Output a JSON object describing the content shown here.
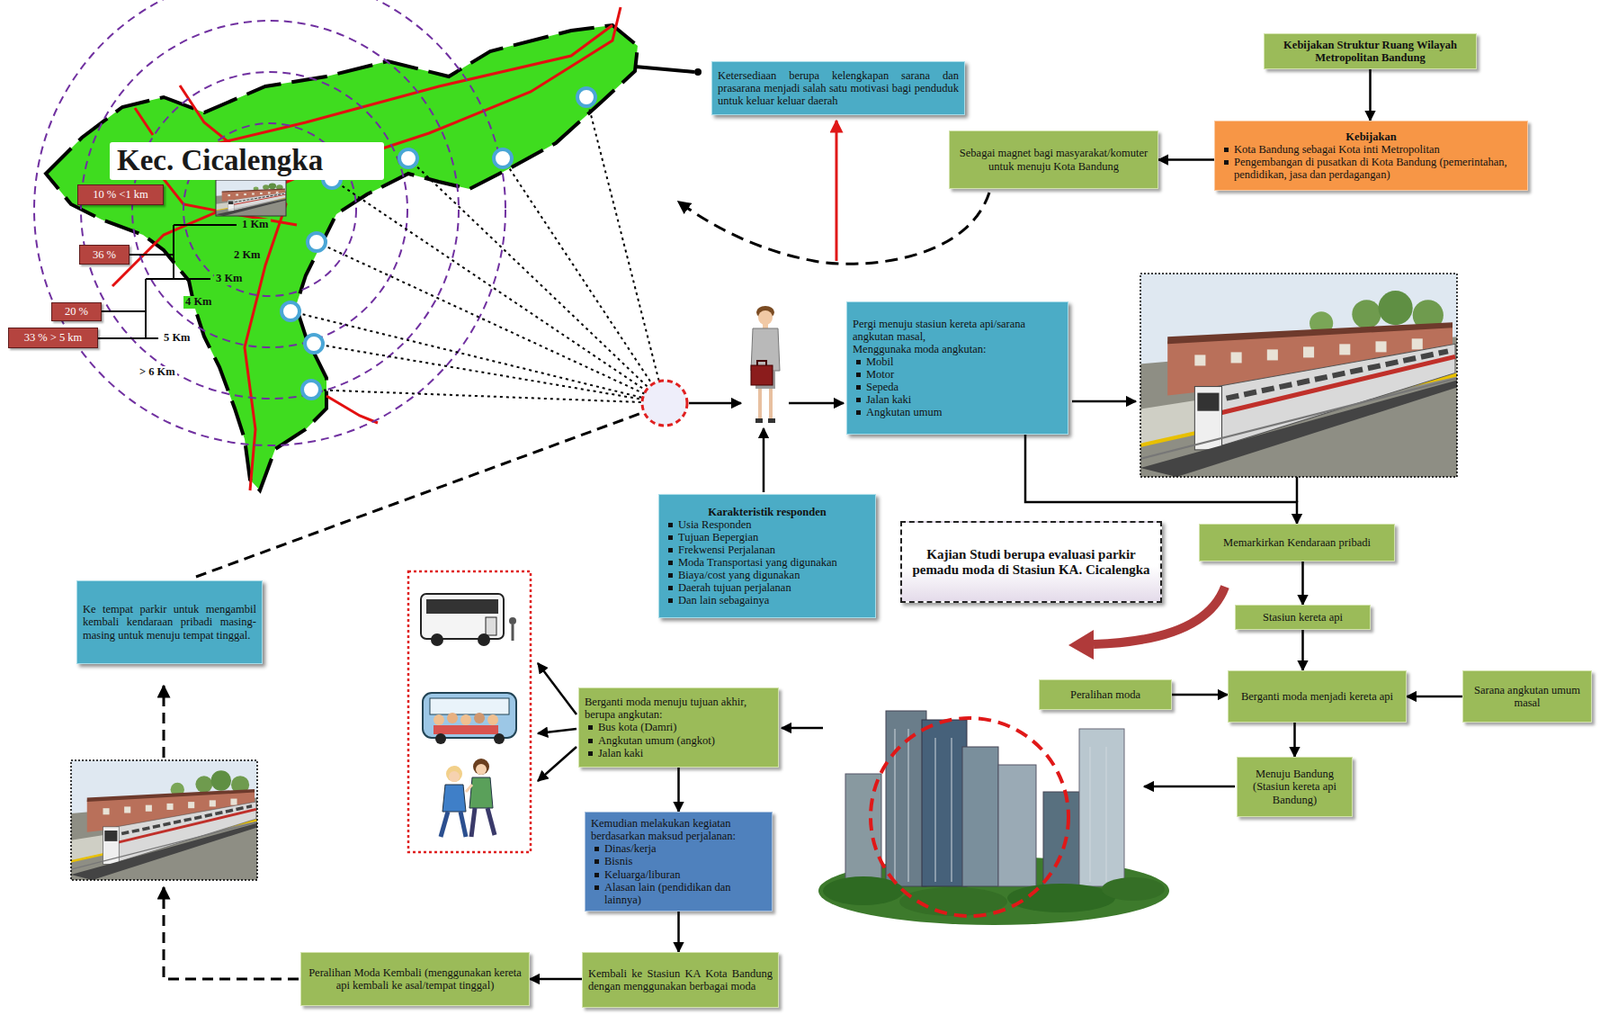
{
  "diagram": {
    "nodes": [
      {
        "text": [
          "Kec. Cicalengka"
        ]
      },
      {
        "text": [
          "10 % <1 km"
        ]
      },
      {
        "text": [
          "36 %"
        ]
      },
      {
        "text": [
          "20 %"
        ]
      },
      {
        "text": [
          "33 % > 5 km"
        ]
      },
      {
        "text": [
          "Ketersediaan berupa kelengkapan sarana dan prasarana menjadi salah satu motivasi bagi penduduk untuk keluar keluar daerah"
        ]
      },
      {
        "text": [
          "Kebijakan Struktur Ruang Wilayah Metropolitan Bandung"
        ]
      },
      {
        "text": [
          "Kebijakan",
          "Kota Bandung sebagai Kota inti Metropolitan",
          "Pengembangan di pusatkan di Kota Bandung (pemerintahan, pendidikan, jasa dan perdagangan)"
        ]
      },
      {
        "text": [
          "Sebagai magnet bagi masyarakat/komuter untuk menuju Kota Bandung"
        ]
      },
      {
        "text": [
          "Pergi menuju stasiun kereta api/sarana angkutan masal,",
          "Menggunaka moda angkutan:",
          "Mobil",
          "Motor",
          "Sepeda",
          "Jalan kaki",
          "Angkutan umum"
        ]
      },
      {
        "text": [
          "Karakteristik responden",
          "Usia Responden",
          "Tujuan Bepergian",
          "Frekwensi Perjalanan",
          "Moda Transportasi yang digunakan",
          "Biaya/cost yang digunakan",
          "Daerah tujuan perjalanan",
          "Dan lain sebagainya"
        ]
      },
      {
        "text": [
          "Kajian Studi berupa evaluasi parkir pemadu moda di Stasiun KA. Cicalengka"
        ]
      },
      {
        "text": [
          "Memarkirkan Kendaraan pribadi"
        ]
      },
      {
        "text": [
          "Ke tempat parkir untuk mengambil kembali kendaraan pribadi masing-masing untuk menuju tempat tinggal."
        ]
      },
      {
        "text": [
          "Stasiun kereta api"
        ]
      },
      {
        "text": [
          "Peralihan moda"
        ]
      },
      {
        "text": [
          "Berganti moda menjadi kereta api"
        ]
      },
      {
        "text": [
          "Sarana angkutan umum masal"
        ]
      },
      {
        "text": [
          "Berganti moda menuju tujuan akhir, berupa angkutan:",
          "Bus kota (Damri)",
          "Angkutan umum (angkot)",
          "Jalan kaki"
        ]
      },
      {
        "text": [
          "Menuju Bandung (Stasiun kereta api Bandung)"
        ]
      },
      {
        "text": [
          "Kemudian melakukan kegiatan berdasarkan maksud perjalanan:",
          "Dinas/kerja",
          "Bisnis",
          "Keluarga/liburan",
          "Alasan lain (pendidikan dan lainnya)"
        ]
      },
      {
        "text": [
          "Kembali ke Stasiun KA Kota Bandung dengan menggunakan berbagai moda"
        ]
      },
      {
        "text": [
          "Peralihan Moda Kembali (menggunakan kereta api kembali ke asal/tempat tinggal)"
        ]
      }
    ],
    "edges": [
      {
        "from": 6,
        "to": 7,
        "arrow": "to"
      },
      {
        "from": 7,
        "to": 8,
        "arrow": "to"
      },
      {
        "from": 9,
        "to": 12,
        "arrow": "to"
      },
      {
        "from": 12,
        "to": 14,
        "arrow": "to"
      },
      {
        "from": 14,
        "to": 16,
        "arrow": "to"
      },
      {
        "from": 15,
        "to": 16,
        "arrow": "to"
      },
      {
        "from": 17,
        "to": 16,
        "arrow": "to"
      },
      {
        "from": 16,
        "to": 19,
        "arrow": "to"
      },
      {
        "from": 18,
        "to": 20,
        "arrow": "to"
      },
      {
        "from": 20,
        "to": 21,
        "arrow": "to"
      },
      {
        "from": 21,
        "to": 22,
        "arrow": "to"
      }
    ],
    "labels": [
      "1 Km",
      "2 Km",
      "3 Km",
      "4 Km",
      "5 Km",
      "> 6 Km"
    ]
  }
}
